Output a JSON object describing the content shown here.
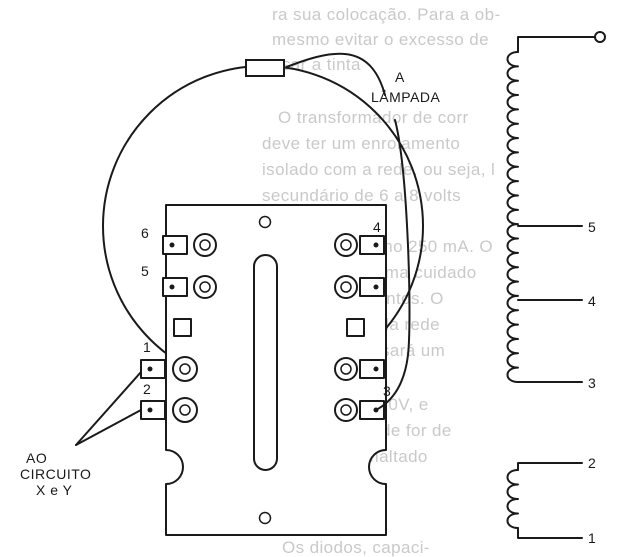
{
  "labels": {
    "lamp_accent": "A",
    "lamp": "LÂMPADA",
    "to_circuit": [
      "AO",
      "CIRCUITO",
      "X e Y"
    ]
  },
  "terminals": {
    "left": [
      "6",
      "5",
      "1",
      "2"
    ],
    "right": [
      "4",
      "3"
    ]
  },
  "coil_taps": [
    "5",
    "4",
    "3",
    "2",
    "1"
  ],
  "background_text": [
    "ra sua colocação. Para a ob-",
    "mesmo evitar o excesso de",
    "usar a tinta",
    "O transformador de corr",
    "deve ter um enrolamento",
    "isolado com a rede, ou seja, l",
    "secundário de 6 a 8 volts",
    "no mínimo 250 mA. O",
    "comprimento toma cuidado",
    "for os enrolamentos. O",
    "ela tensão é o da rede",
    "normal. Você usará um",
    "a rede for de 220V, e",
    "quando se a rede for de",
    "mostre fio esmaltado",
    "Os diodos, capaci-"
  ],
  "colors": {
    "ink": "#1a1a1a",
    "show_through": "#c9c9c9",
    "paper": "#ffffff"
  }
}
